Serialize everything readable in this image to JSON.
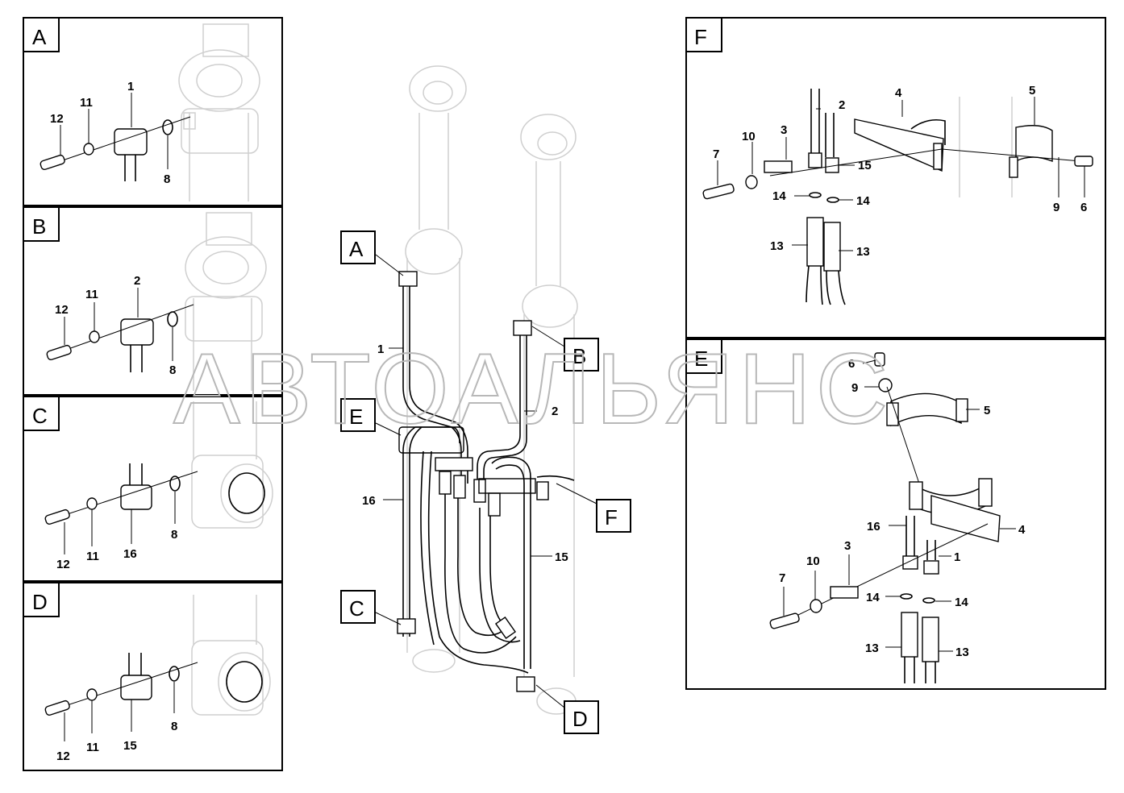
{
  "watermark": "АВТОАЛЬЯНС",
  "views": {
    "A": {
      "tag": "A",
      "labels": [
        "1",
        "11",
        "12",
        "8"
      ]
    },
    "B": {
      "tag": "B",
      "labels": [
        "2",
        "11",
        "12",
        "8"
      ]
    },
    "C": {
      "tag": "C",
      "labels": [
        "12",
        "11",
        "16",
        "8"
      ]
    },
    "D": {
      "tag": "D",
      "labels": [
        "12",
        "11",
        "15",
        "8"
      ]
    },
    "F": {
      "tag": "F",
      "labels": [
        "2",
        "4",
        "5",
        "3",
        "10",
        "7",
        "15",
        "14",
        "14",
        "13",
        "13",
        "9",
        "6"
      ]
    },
    "E": {
      "tag": "E",
      "labels": [
        "6",
        "9",
        "5",
        "4",
        "16",
        "1",
        "3",
        "10",
        "7",
        "14",
        "14",
        "13",
        "13"
      ]
    }
  },
  "main": {
    "tags": [
      "A",
      "B",
      "E",
      "F",
      "C",
      "D"
    ],
    "labels": [
      "1",
      "2",
      "16",
      "15"
    ]
  }
}
